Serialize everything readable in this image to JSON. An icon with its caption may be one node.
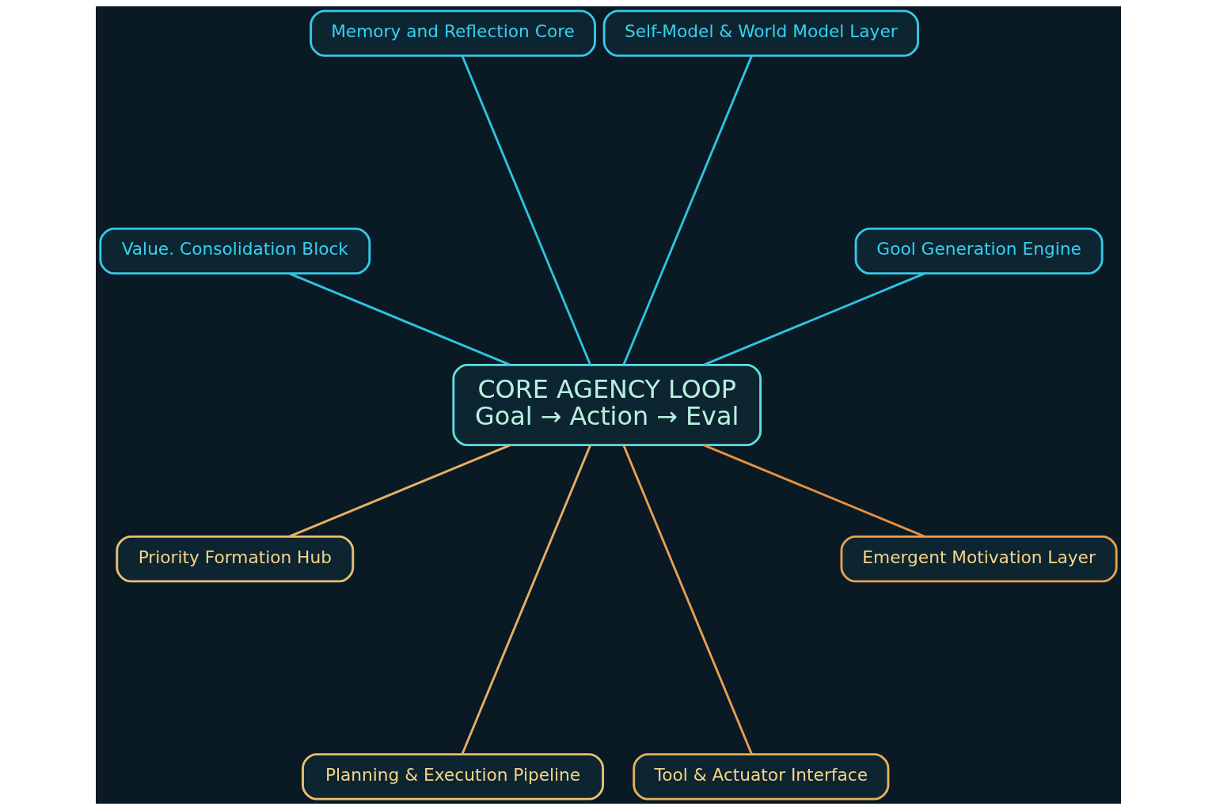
{
  "diagram": {
    "nodes": [
      {
        "text": [
          "CORE AGENCY LOOP",
          "Goal → Action → Eval"
        ]
      },
      {
        "text": [
          "Gool Generation Engine"
        ]
      },
      {
        "text": [
          "Self-Model & World Model Layer"
        ]
      },
      {
        "text": [
          "Memory and Reflection Core"
        ]
      },
      {
        "text": [
          "Value. Consolidation Block"
        ]
      },
      {
        "text": [
          "Priority Formation Hub"
        ]
      },
      {
        "text": [
          "Planning & Execution Pipeline"
        ]
      },
      {
        "text": [
          "Tool & Actuator Interface"
        ]
      },
      {
        "text": [
          "Emergent Motivation Layer"
        ]
      }
    ],
    "edges": [
      {
        "from": 1,
        "to": 0,
        "arrow": "none",
        "color": "#2ec4e0"
      },
      {
        "from": 2,
        "to": 0,
        "arrow": "none",
        "color": "#2ec4e0"
      },
      {
        "from": 3,
        "to": 0,
        "arrow": "none",
        "color": "#2ec4e0"
      },
      {
        "from": 4,
        "to": 0,
        "arrow": "none",
        "color": "#2ec4e0"
      },
      {
        "from": 5,
        "to": 0,
        "arrow": "none",
        "color": "#e8b060"
      },
      {
        "from": 6,
        "to": 0,
        "arrow": "none",
        "color": "#e8b060"
      },
      {
        "from": 7,
        "to": 0,
        "arrow": "none",
        "color": "#e8a050"
      },
      {
        "from": 8,
        "to": 0,
        "arrow": "none",
        "color": "#e89040"
      }
    ]
  }
}
